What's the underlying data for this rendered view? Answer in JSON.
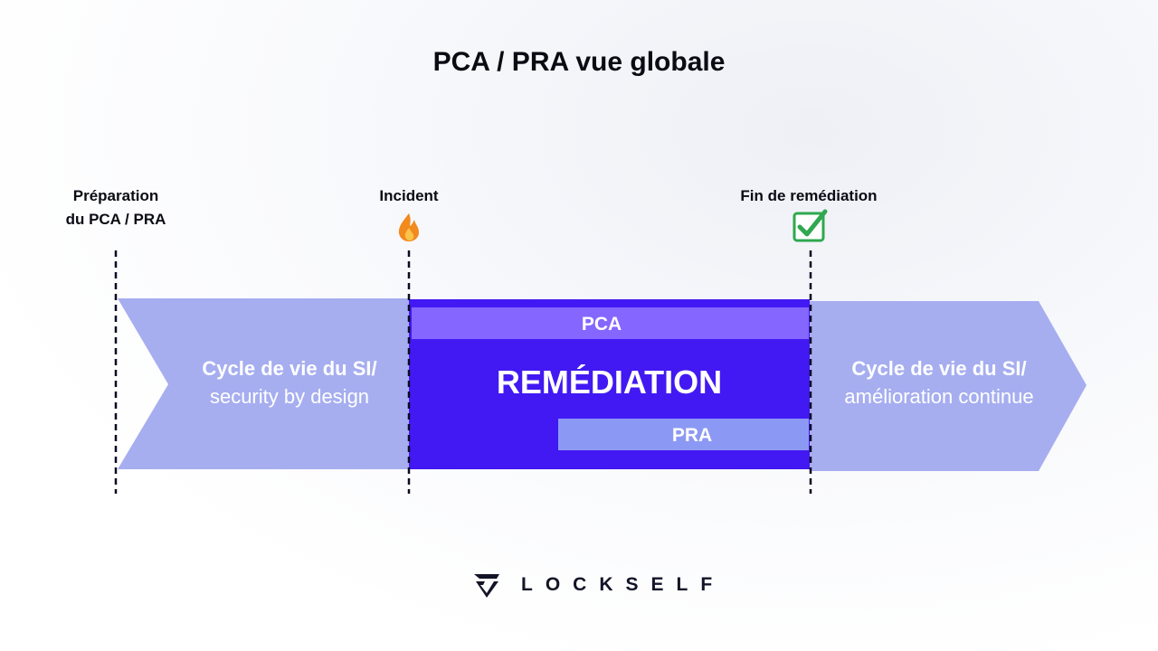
{
  "title": "PCA / PRA vue globale",
  "milestones": [
    {
      "label_line1": "Préparation",
      "label_line2": "du PCA / PRA",
      "icon": "none"
    },
    {
      "label_line1": "Incident",
      "icon": "fire-icon"
    },
    {
      "label_line1": "Fin de remédiation",
      "icon": "check-box-icon"
    }
  ],
  "phases": {
    "before": {
      "line1": "Cycle de vie du SI/",
      "line2": "security by design"
    },
    "remediation": {
      "label": "REMÉDIATION",
      "pca": "PCA",
      "pra": "PRA"
    },
    "after": {
      "line1": "Cycle de vie du SI/",
      "line2": "amélioration continue"
    }
  },
  "colors": {
    "arrow": "#a6aef0",
    "remediation": "#4219f2",
    "pca": "#8566ff",
    "pra": "#8c99f4",
    "check": "#2fa84f"
  },
  "logo": {
    "text": "LOCKSELF"
  }
}
